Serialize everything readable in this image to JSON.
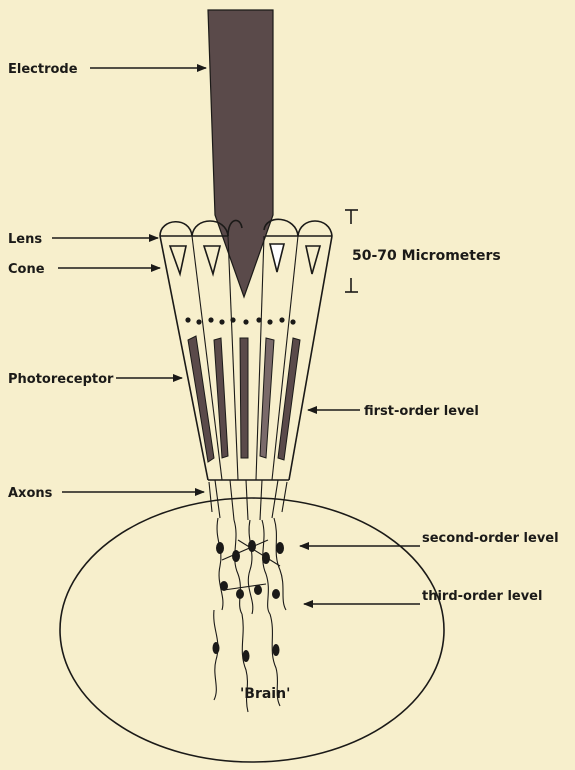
{
  "labels": {
    "electrode": "Electrode",
    "lens": "Lens",
    "cone": "Cone",
    "photoreceptor": "Photoreceptor",
    "axons": "Axons",
    "scale": "50-70 Micrometers",
    "first_order": "first-order level",
    "second_order": "second-order level",
    "third_order": "third-order level",
    "brain": "'Brain'"
  },
  "colors": {
    "background": "#f7efcc",
    "ink": "#1b1a18",
    "electrode": "#5a4a4a"
  }
}
